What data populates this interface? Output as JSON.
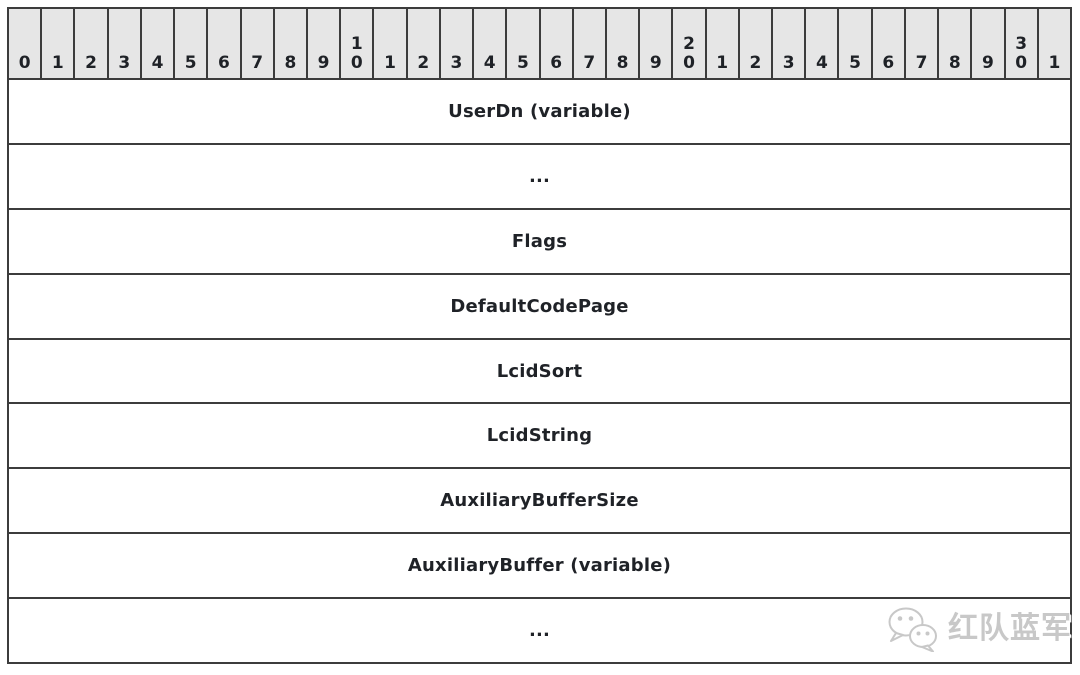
{
  "diagram": {
    "bit_header": [
      "0",
      "1",
      "2",
      "3",
      "4",
      "5",
      "6",
      "7",
      "8",
      "9",
      "10",
      "1",
      "2",
      "3",
      "4",
      "5",
      "6",
      "7",
      "8",
      "9",
      "20",
      "1",
      "2",
      "3",
      "4",
      "5",
      "6",
      "7",
      "8",
      "9",
      "30",
      "1"
    ],
    "rows": [
      "UserDn (variable)",
      "...",
      "Flags",
      "DefaultCodePage",
      "LcidSort",
      "LcidString",
      "AuxiliaryBufferSize",
      "AuxiliaryBuffer (variable)",
      "..."
    ]
  },
  "watermark": {
    "text": "红队蓝军",
    "icon": "wechat-icon"
  },
  "colors": {
    "header_bg": "#e6e6e6",
    "border": "#3c3c3c",
    "text": "#1f2227",
    "watermark": "#c8c8c8"
  }
}
